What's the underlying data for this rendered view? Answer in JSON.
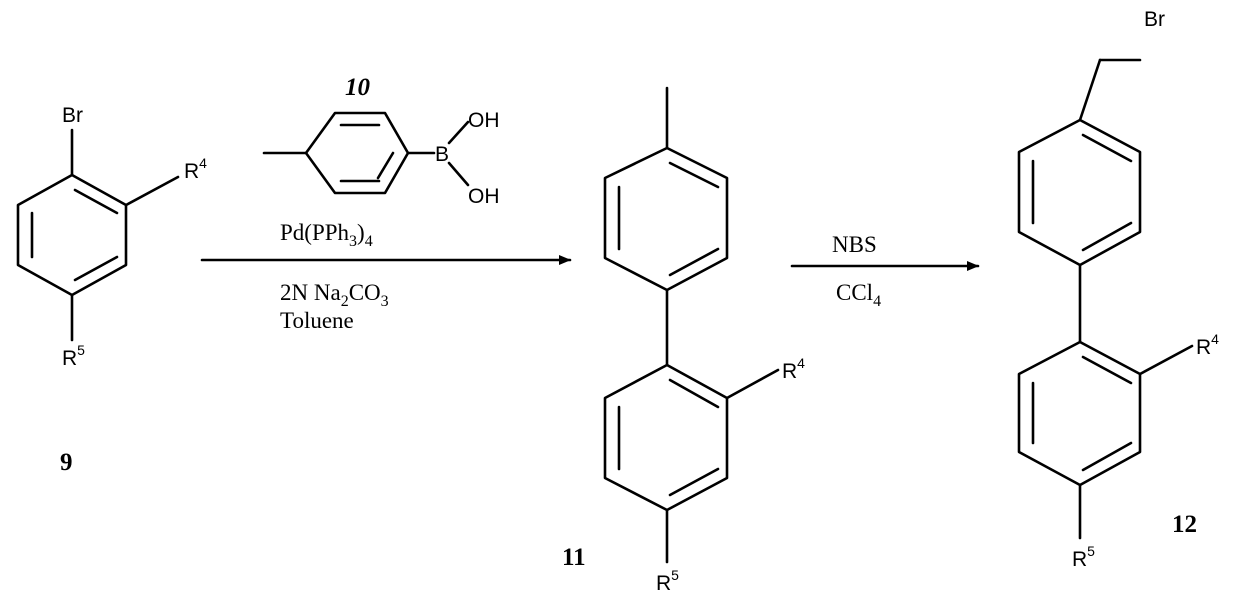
{
  "compounds": {
    "c9": {
      "number": "9",
      "br": "Br",
      "r4": "R",
      "r4_sup": "4",
      "r5": "R",
      "r5_sup": "5"
    },
    "c10": {
      "number": "10",
      "oh_top": "OH",
      "oh_bottom": "OH",
      "b": "B"
    },
    "c11": {
      "number": "11",
      "r4": "R",
      "r4_sup": "4",
      "r5": "R",
      "r5_sup": "5"
    },
    "c12": {
      "number": "12",
      "br": "Br",
      "r4": "R",
      "r4_sup": "4",
      "r5": "R",
      "r5_sup": "5"
    }
  },
  "step1": {
    "catalyst": {
      "a": "Pd(PPh",
      "sub1": "3",
      "b": ")",
      "sub2": "4"
    },
    "base": {
      "a": "2N Na",
      "sub1": "2",
      "b": "CO",
      "sub2": "3"
    },
    "solvent": "Toluene"
  },
  "step2": {
    "reagent": "NBS",
    "solvent": {
      "a": "CCl",
      "sub": "4"
    }
  },
  "colors": {
    "ink": "#000000",
    "background": "#ffffff"
  }
}
